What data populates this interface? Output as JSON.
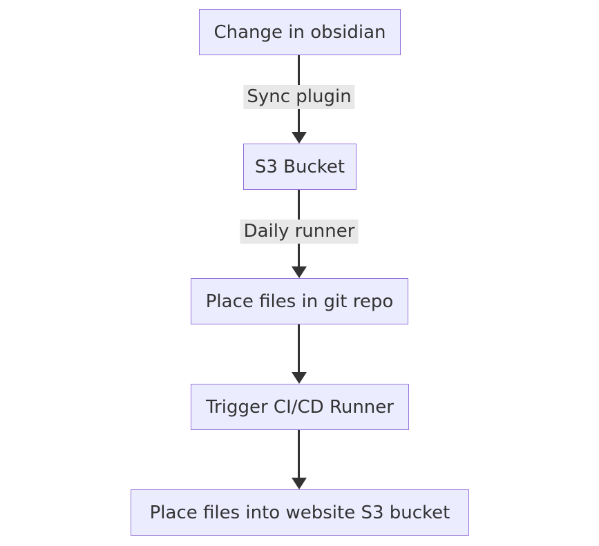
{
  "diagram": {
    "type": "flowchart",
    "direction": "top-down",
    "colors": {
      "background": "#ffffff",
      "node_fill": "#ECECFF",
      "node_border": "#9370DB",
      "text_color": "#333333",
      "edge_color": "#333333",
      "edge_label_bg": "#e8e8e8"
    },
    "nodes": [
      {
        "id": "obsidian",
        "label": "Change in obsidian"
      },
      {
        "id": "s3-bucket",
        "label": "S3 Bucket"
      },
      {
        "id": "git-repo",
        "label": "Place files in git repo"
      },
      {
        "id": "cicd",
        "label": "Trigger CI/CD Runner"
      },
      {
        "id": "website-s3",
        "label": "Place files into website S3 bucket"
      }
    ],
    "edges": [
      {
        "from": "obsidian",
        "to": "s3-bucket",
        "label": "Sync plugin"
      },
      {
        "from": "s3-bucket",
        "to": "git-repo",
        "label": "Daily runner"
      },
      {
        "from": "git-repo",
        "to": "cicd"
      },
      {
        "from": "cicd",
        "to": "website-s3"
      }
    ]
  }
}
